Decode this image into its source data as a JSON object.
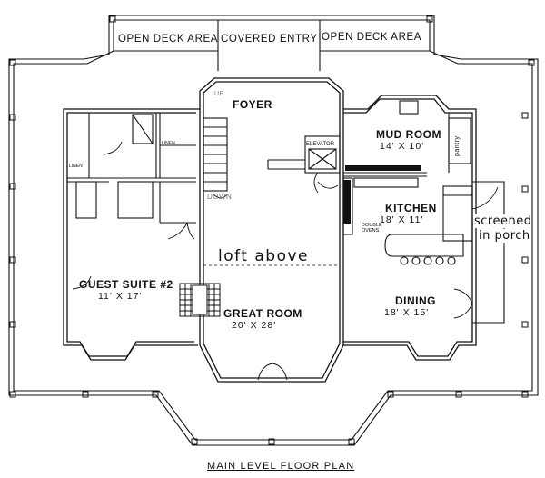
{
  "plan": {
    "caption": "MAIN LEVEL FLOOR PLAN",
    "deck_left": "OPEN DECK AREA",
    "covered_entry": "COVERED ENTRY",
    "deck_right": "OPEN DECK AREA",
    "rooms": {
      "foyer": {
        "name": "FOYER"
      },
      "mud_room": {
        "name": "MUD ROOM",
        "dims": "14' X 10'"
      },
      "kitchen": {
        "name": "KITCHEN",
        "dims": "18' X 11'"
      },
      "guest_suite": {
        "name": "GUEST SUITE #2",
        "dims": "11' X 17'"
      },
      "great_room": {
        "name": "GREAT ROOM",
        "dims": "20' X 28'"
      },
      "dining": {
        "name": "DINING",
        "dims": "18' X 15'"
      }
    },
    "notes": {
      "loft_above": "loft above",
      "screened": "screened",
      "in_porch": "in porch",
      "up": "UP",
      "down": "DOWN",
      "elevator": "ELEVATOR",
      "linen": "LINEN",
      "linen2": "LINEN",
      "pantry": "pantry",
      "double_ovens_1": "DOUBLE",
      "double_ovens_2": "OVENS"
    }
  },
  "colors": {
    "line": "#111111",
    "background": "#ffffff"
  }
}
